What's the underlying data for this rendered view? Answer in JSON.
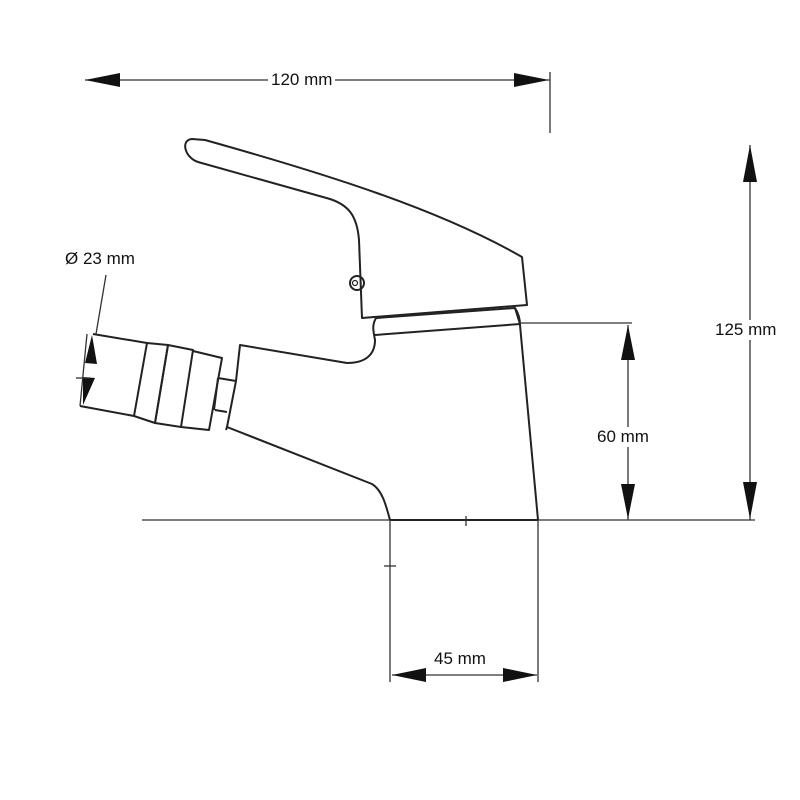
{
  "dimensions": {
    "width_total": "120 mm",
    "height_total": "125 mm",
    "body_height": "60 mm",
    "base_width": "45 mm",
    "nozzle_diameter": "Ø 23 mm"
  },
  "colors": {
    "line": "#222222",
    "background": "#ffffff"
  }
}
